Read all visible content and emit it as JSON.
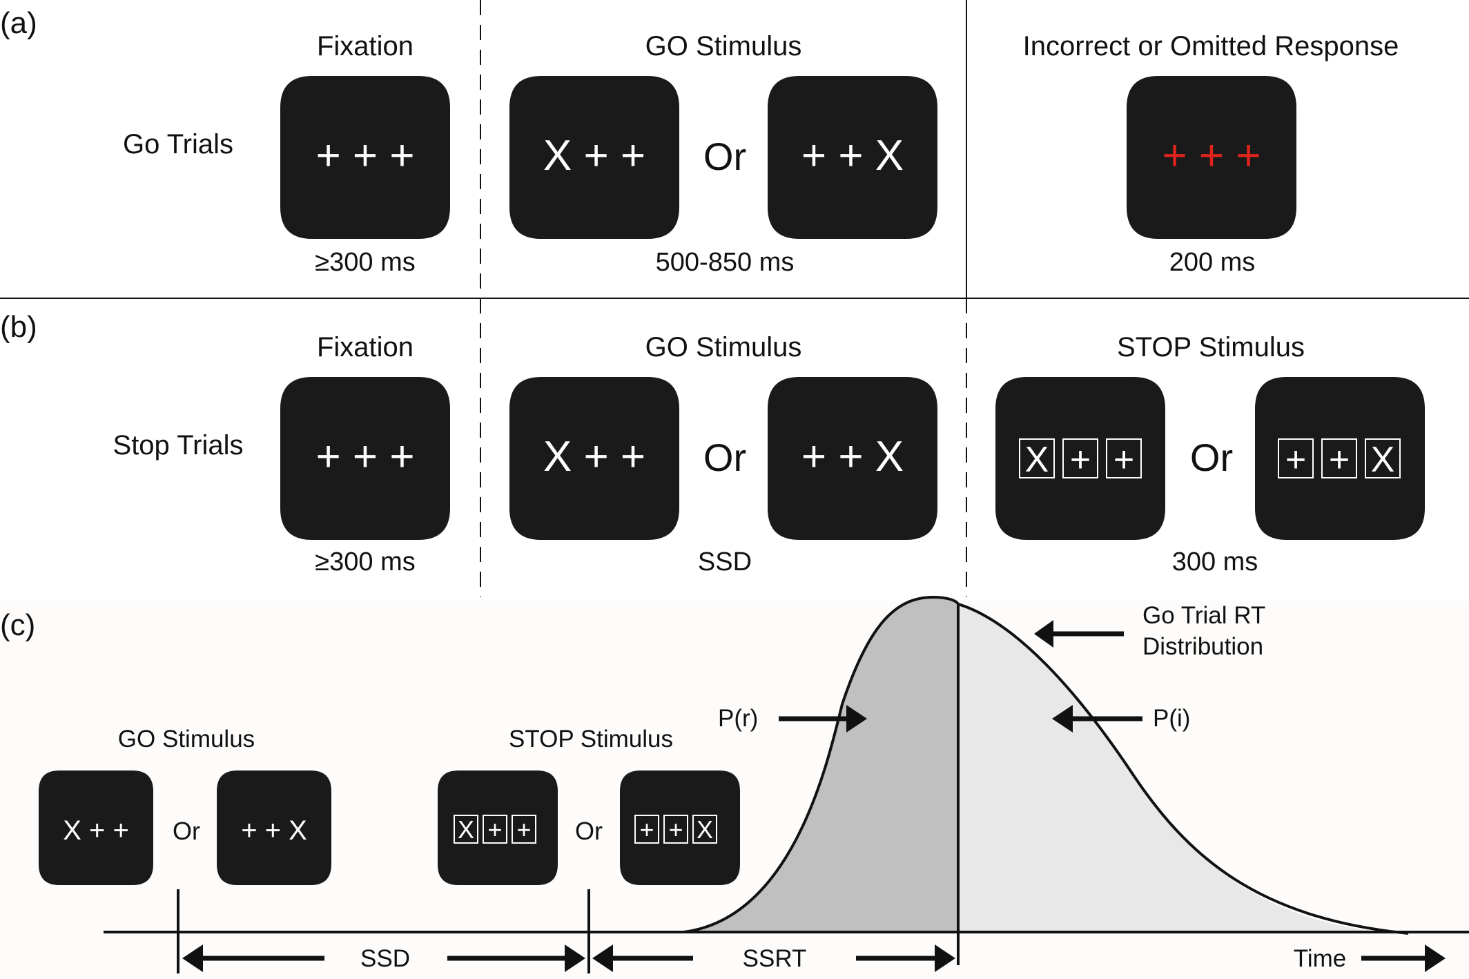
{
  "panel_labels": {
    "a": "(a)",
    "b": "(b)",
    "c": "(c)"
  },
  "row_a": {
    "row_label": "Go Trials",
    "fixation_title": "Fixation",
    "fixation_time": "≥300 ms",
    "go_title": "GO Stimulus",
    "go_time": "500-850 ms",
    "incorrect_title": "Incorrect or Omitted Response",
    "incorrect_time": "200 ms",
    "or": "Or"
  },
  "row_b": {
    "row_label": "Stop Trials",
    "fixation_title": "Fixation",
    "fixation_time": "≥300 ms",
    "go_title": "GO Stimulus",
    "go_time": "SSD",
    "stop_title": "STOP Stimulus",
    "stop_time": "300 ms",
    "or": "Or"
  },
  "row_c": {
    "go_title": "GO Stimulus",
    "stop_title": "STOP Stimulus",
    "or": "Or",
    "dist_label_line1": "Go Trial RT",
    "dist_label_line2": "Distribution",
    "p_r": "P(r)",
    "p_i": "P(i)",
    "ssd": "SSD",
    "ssrt": "SSRT",
    "time": "Time"
  },
  "screens": {
    "fixation": "+ + +",
    "go_left": "X + +",
    "go_right": "+ + X",
    "incorrect": "+ + +",
    "stop_left_letters": [
      "X",
      "+",
      "+"
    ],
    "stop_right_letters": [
      "+",
      "+",
      "X"
    ]
  },
  "colors": {
    "screen_bg": "#1a1a1a",
    "error_cross": "#e0231c",
    "curve_fill_left": "#c0c0c0",
    "curve_fill_right": "#e8e8e8",
    "panel_c_bg": "#fdfcfa"
  }
}
